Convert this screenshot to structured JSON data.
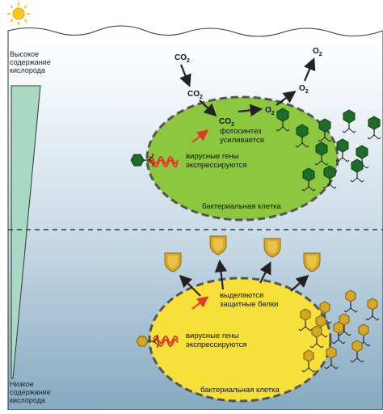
{
  "labels": {
    "high_oxygen": [
      "Высокое",
      "содержание",
      "кислорода"
    ],
    "low_oxygen": [
      "Низкое",
      "содержание",
      "кислорода"
    ],
    "co2_top": "CO",
    "co2_mid": "CO",
    "co2_cell": "CO",
    "co2_sub": "2",
    "o2_cell": "O",
    "o2_mid": "O",
    "o2_top": "O",
    "o2_sub": "2",
    "photosynthesis": [
      "фотосинтез",
      "усиливается"
    ],
    "viral_genes_top": [
      "вирусные гены",
      "экспрессируются"
    ],
    "bacterial_cell_top": "бактериальная клетка",
    "defense_proteins": [
      "выделяются",
      "защитные белки"
    ],
    "viral_genes_bottom": [
      "вирусные гены",
      "экспрессируются"
    ],
    "bacterial_cell_bottom": "бактериальная клетка"
  },
  "colors": {
    "sea_top": "#ffffff",
    "sea_bottom": "#86a9c1",
    "green_cell": "#8dc63f",
    "yellow_cell": "#f7e03a",
    "gene_red": "#e23a2a",
    "dark_phage": "#1f6b2a",
    "gold_phage": "#d4a823",
    "shield": "#d8aa2c",
    "gradient_wedge": "#a8d9c4",
    "sun": "#f6c81a"
  },
  "icons": [
    "sun-icon",
    "phage-icon",
    "shield-icon",
    "arrow-icon",
    "gene-squiggle-icon"
  ]
}
